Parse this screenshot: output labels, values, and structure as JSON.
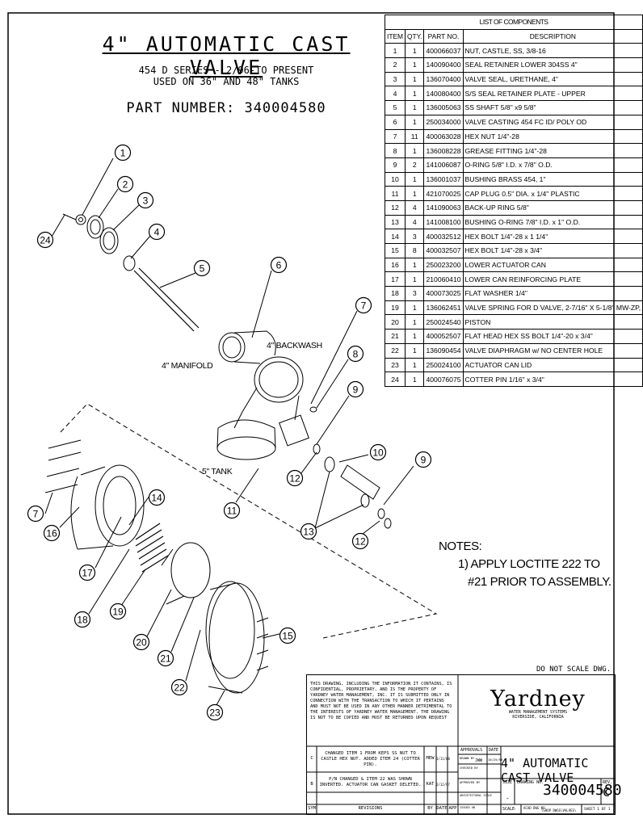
{
  "title": "4\" AUTOMATIC CAST VALVE",
  "subtitle1": "454 D SERIES - 2/96-TO PRESENT",
  "subtitle2": "USED ON 36\" AND 48\" TANKS",
  "part_number": "PART NUMBER:  340004580",
  "bom": {
    "heading": "LIST OF COMPONENTS",
    "columns": [
      "ITEM",
      "QTY.",
      "PART NO.",
      "DESCRIPTION"
    ],
    "rows": [
      [
        "1",
        "1",
        "400066037",
        "NUT, CASTLE, SS, 3/8-16"
      ],
      [
        "2",
        "1",
        "140090400",
        "SEAL RETAINER LOWER 304SS 4\""
      ],
      [
        "3",
        "1",
        "136070400",
        "VALVE SEAL, URETHANE, 4\""
      ],
      [
        "4",
        "1",
        "140080400",
        "S/S SEAL RETAINER PLATE - UPPER"
      ],
      [
        "5",
        "1",
        "136005063",
        "SS SHAFT 5/8\" x9 5/8\""
      ],
      [
        "6",
        "1",
        "250034000",
        "VALVE CASTING 454 FC ID/ POLY OD"
      ],
      [
        "7",
        "11",
        "400063028",
        "HEX NUT 1/4\"-28"
      ],
      [
        "8",
        "1",
        "136008228",
        "GREASE FITTING 1/4\"-28"
      ],
      [
        "9",
        "2",
        "141006087",
        "O-RING 5/8\" I.D. x 7/8\" O.D."
      ],
      [
        "10",
        "1",
        "136001037",
        "BUSHING BRASS 454, 1\""
      ],
      [
        "11",
        "1",
        "421070025",
        "CAP PLUG 0.5\" DIA. x 1/4\" PLASTIC"
      ],
      [
        "12",
        "4",
        "141090063",
        "BACK-UP RING 5/8\""
      ],
      [
        "13",
        "4",
        "141008100",
        "BUSHING O-RING 7/8\" I.D. x 1\" O.D."
      ],
      [
        "14",
        "3",
        "400032512",
        "HEX BOLT 1/4\"-28 x 1 1/4\""
      ],
      [
        "15",
        "8",
        "400032507",
        "HEX BOLT 1/4\"-28 x 3/4\""
      ],
      [
        "16",
        "1",
        "250023200",
        "LOWER ACTUATOR CAN"
      ],
      [
        "17",
        "1",
        "210060410",
        "LOWER CAN REINFORCING PLATE"
      ],
      [
        "18",
        "3",
        "400073025",
        "FLAT WASHER 1/4\""
      ],
      [
        "19",
        "1",
        "136062451",
        "VALVE SPRING FOR D VALVE, 2-7/16\" X 5-1/8\" MW-ZP,"
      ],
      [
        "20",
        "1",
        "250024540",
        "PISTON"
      ],
      [
        "21",
        "1",
        "400052507",
        "FLAT HEAD HEX SS BOLT 1/4\"-20 x 3/4\""
      ],
      [
        "22",
        "1",
        "136090454",
        "VALVE DIAPHRAGM w/ NO CENTER HOLE"
      ],
      [
        "23",
        "1",
        "250024100",
        "ACTUATOR CAN LID"
      ],
      [
        "24",
        "1",
        "400076075",
        "COTTER PIN 1/16\" x 3/4\""
      ]
    ]
  },
  "callouts": [
    "1",
    "2",
    "3",
    "4",
    "5",
    "6",
    "7",
    "8",
    "9",
    "10",
    "11",
    "12",
    "13",
    "14",
    "15",
    "16",
    "17",
    "18",
    "19",
    "20",
    "21",
    "22",
    "23",
    "24"
  ],
  "labels": {
    "manifold": "4\" MANIFOLD",
    "backwash": "4\" BACKWASH",
    "tank": "5\" TANK"
  },
  "notes": {
    "heading": "NOTES:",
    "line1": "1) APPLY LOCTITE 222 TO",
    "line2": "#21 PRIOR TO ASSEMBLY."
  },
  "do_not_scale": "DO NOT SCALE DWG.",
  "confidential": "THIS DRAWING, INCLUDING THE INFORMATION IT CONTAINS, IS CONFIDENTIAL, PROPRIETARY, AND IS THE PROPERTY OF YARDNEY WATER MANAGEMENT, INC. IT IS SUBMITTED ONLY IN CONNECTION WITH THE TRANSACTION TO WHICH IT PERTAINS AND MUST NOT BE USED IN ANY OTHER MANNER DETRIMENTAL TO THE INTERESTS OF YARDNEY WATER MANAGEMENT. THE DRAWING IS NOT TO BE COPIED AND MUST BE RETURNED UPON REQUEST",
  "logo": {
    "name": "Yardney",
    "line1": "WATER MANAGEMENT SYSTEMS",
    "line2": "RIVERSIDE, CALIFORNIA"
  },
  "title_block": {
    "approvals": "APPROVALS",
    "date": "DATE",
    "drawn_by": "DRAWN BY",
    "drawn_name": "JWW",
    "drawn_date": "10/25/96",
    "checked_by": "CHECKED BY",
    "approved_by": "APPROVED BY",
    "arch_scale": "ARCHITECTURAL SCALE",
    "issued_on": "ISSUED ON",
    "size": "SIZE",
    "size_val": "-",
    "drawing_no": "DRAWING NO.",
    "drawing_no_val": "340004580",
    "rev_lbl": "REV.",
    "rev_val": "C",
    "title": "4\" AUTOMATIC CAST VALVE",
    "scale": "SCALE",
    "scale_val": "-",
    "acad": "ACAD DWG NO.",
    "acad_val": "\\SHOP DWGS\\VALVES\\",
    "sheet": "SHEET 1 OF 1"
  },
  "revisions": {
    "header": [
      "SYM",
      "REVISIONS",
      "BY",
      "DATE",
      "APP"
    ],
    "rows": [
      {
        "sym": "C",
        "text": "CHANGED ITEM 1 FROM KEPS SS NUT TO CASTLE HEX NUT. ADDED ITEM 24 (COTTER PIN).",
        "by": "MEW",
        "date": "1/11/00"
      },
      {
        "sym": "B",
        "text": "P/N CHANGED & ITEM 22 WAS SHOWN INVERTED. ACTUATOR CAN GASKET DELETED.",
        "by": "KAT",
        "date": "2/12/97"
      }
    ]
  }
}
